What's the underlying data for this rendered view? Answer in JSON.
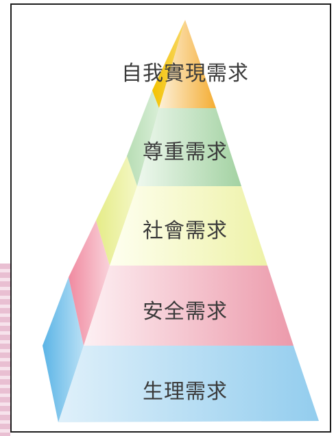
{
  "diagram": {
    "type": "pyramid",
    "levels": [
      {
        "label": "自我實現需求",
        "color": "#f2b53c"
      },
      {
        "label": "尊重需求",
        "color": "#a9d5a8"
      },
      {
        "label": "社會需求",
        "color": "#f1f3a7"
      },
      {
        "label": "安全需求",
        "color": "#ee9fae"
      },
      {
        "label": "生理需求",
        "color": "#8fcaec"
      }
    ]
  }
}
